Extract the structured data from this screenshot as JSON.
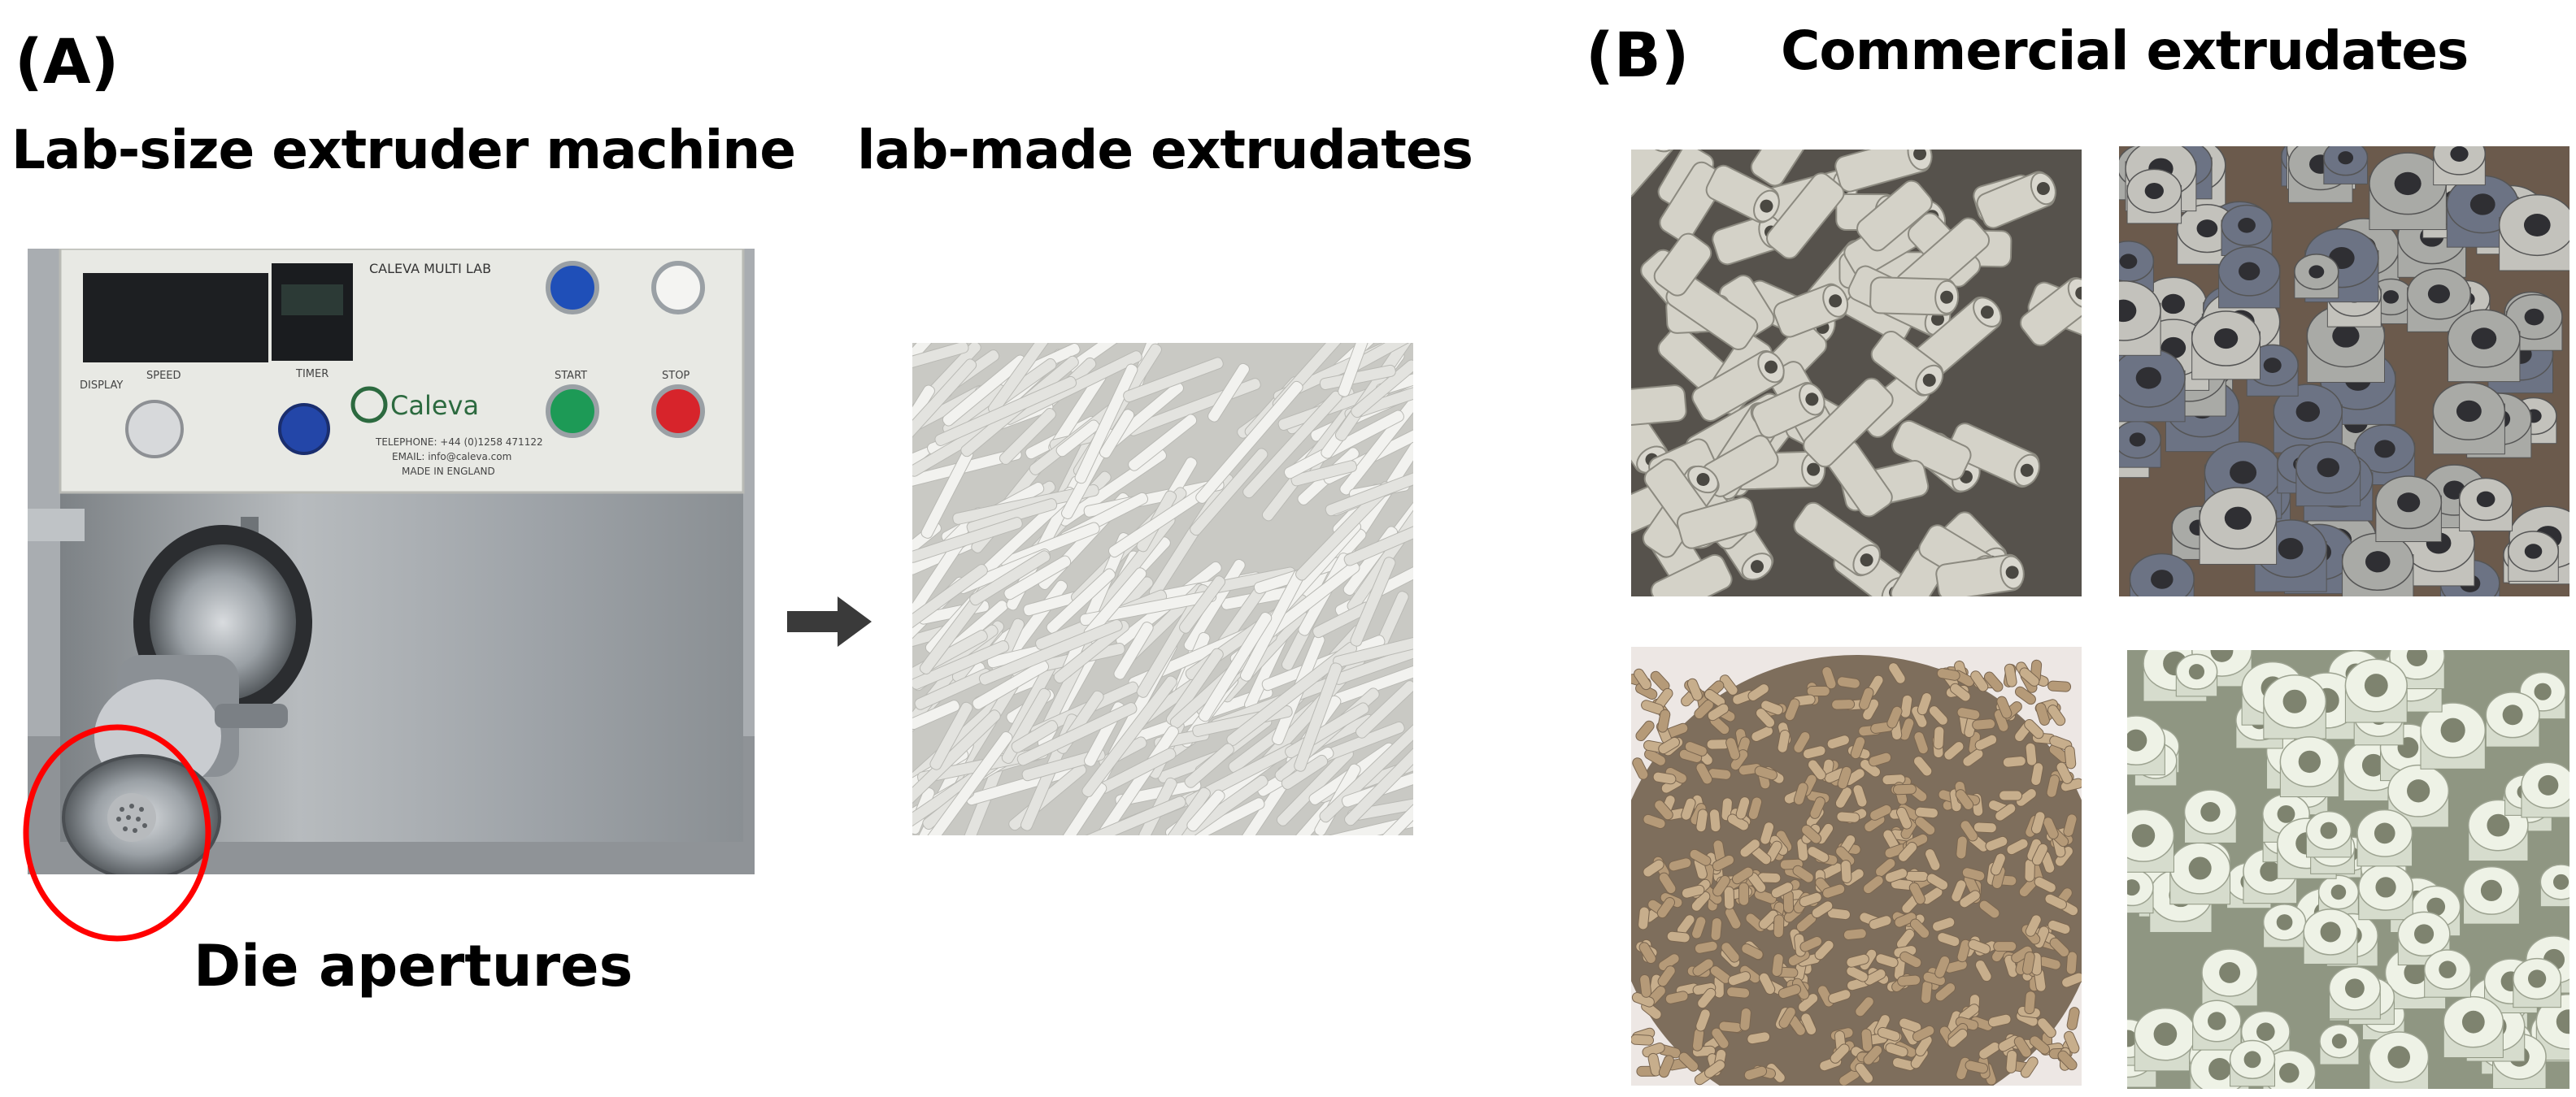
{
  "panel_a": {
    "label": "(A)",
    "machine_title": "Lab-size extruder machine",
    "product_title": "lab-made extrudates",
    "die_label": "Die apertures",
    "machine_panel": {
      "brand_header": "CALEVA MULTI LAB",
      "logo_text": "Caleva",
      "control_labels": {
        "display": "DISPLAY",
        "speed": "SPEED",
        "timer": "TIMER",
        "start": "START",
        "stop": "STOP"
      },
      "contact_lines": [
        "TELEPHONE: +44 (0)1258 471122",
        "EMAIL: info@caleva.com",
        "MADE IN ENGLAND"
      ]
    }
  },
  "panel_b": {
    "label": "(B)",
    "title": "Commercial extrudates"
  },
  "colors": {
    "steel": "#9ea3a8",
    "panel": "#e8e9e4",
    "ring": "#ff0000",
    "arrow": "#3a3a3a",
    "blue_button": "#1f4fb8",
    "green_button": "#1d9a56",
    "red_button": "#d7242b"
  }
}
